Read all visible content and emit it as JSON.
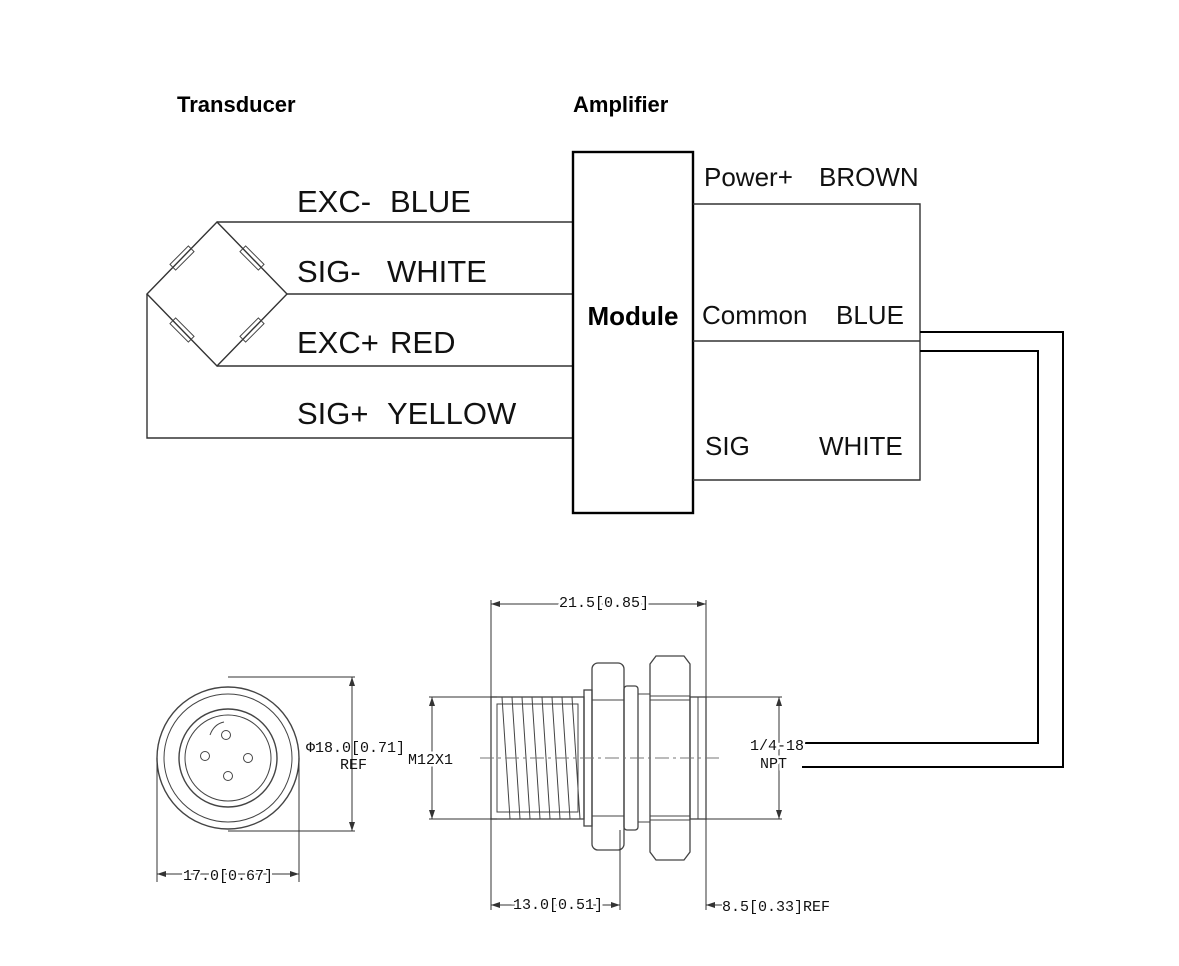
{
  "headings": {
    "transducer": "Transducer",
    "amplifier": "Amplifier"
  },
  "transducer_wires": [
    {
      "signal": "EXC-",
      "color": "BLUE"
    },
    {
      "signal": "SIG-",
      "color": "WHITE"
    },
    {
      "signal": "EXC+",
      "color": "RED"
    },
    {
      "signal": "SIG+",
      "color": "YELLOW"
    }
  ],
  "module": {
    "label": "Module"
  },
  "amplifier_wires": [
    {
      "signal": "Power+",
      "color": "BROWN"
    },
    {
      "signal": "Common",
      "color": "BLUE"
    },
    {
      "signal": "SIG",
      "color": "WHITE"
    }
  ],
  "dimensions": {
    "overall_length": "21.5[0.85]",
    "face_diameter": "Φ18.0[0.71]",
    "face_diameter_ref": "REF",
    "face_width": "17.0[0.67]",
    "thread": "M12X1",
    "npt_top": "1/4-18",
    "npt_bottom": "NPT",
    "thread_length": "13.0[0.51]",
    "npt_length": "8.5[0.33]REF"
  }
}
